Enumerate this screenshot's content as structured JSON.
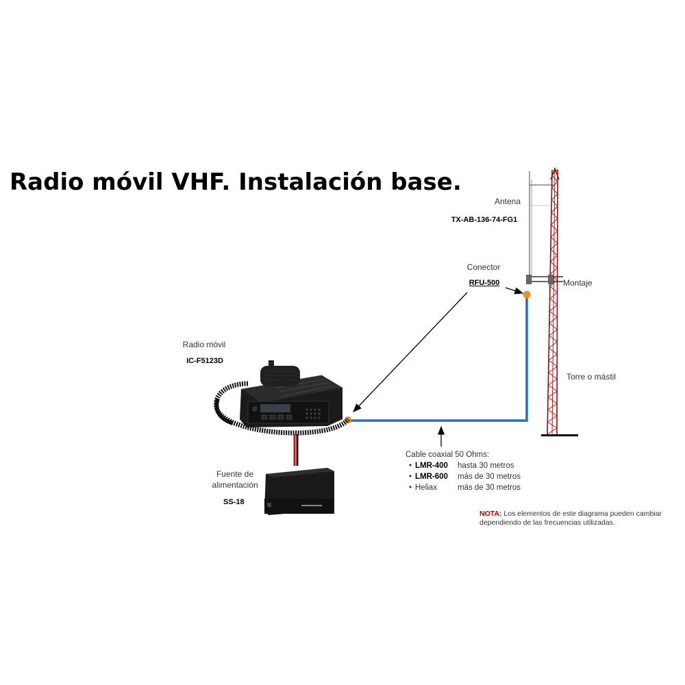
{
  "title": "Radio móvil VHF. Instalación base.",
  "antenna": {
    "label": "Antena",
    "model": "TX-AB-136-74-FG1"
  },
  "connector": {
    "label": "Conector",
    "model": "RFU-500"
  },
  "mount": {
    "label": "Montaje"
  },
  "tower": {
    "label": "Torre o mástil"
  },
  "radio": {
    "label": "Radio móvil",
    "model": "IC-F5123D"
  },
  "power_supply": {
    "label_line1": "Fuente de",
    "label_line2": "alimentación",
    "model": "SS-18"
  },
  "cable": {
    "header": "Cable coaxial 50 Ohms:",
    "items": [
      {
        "name": "LMR-400",
        "desc": "hasta 30 metros",
        "bold": true
      },
      {
        "name": "LMR-600",
        "desc": "más de 30 metros",
        "bold": true
      },
      {
        "name": "Heliax",
        "desc": "más de 30 metros",
        "bold": false
      }
    ]
  },
  "note": {
    "tag": "NOTA:",
    "text": "Los elementos de este diagrama pueden cambiar dependiendo de las frecuencias utilizadas."
  },
  "colors": {
    "cable": "#1f6fd1",
    "connector": "#f0901c",
    "tower": "#b01a1a",
    "power_wire_red": "#d01010"
  }
}
